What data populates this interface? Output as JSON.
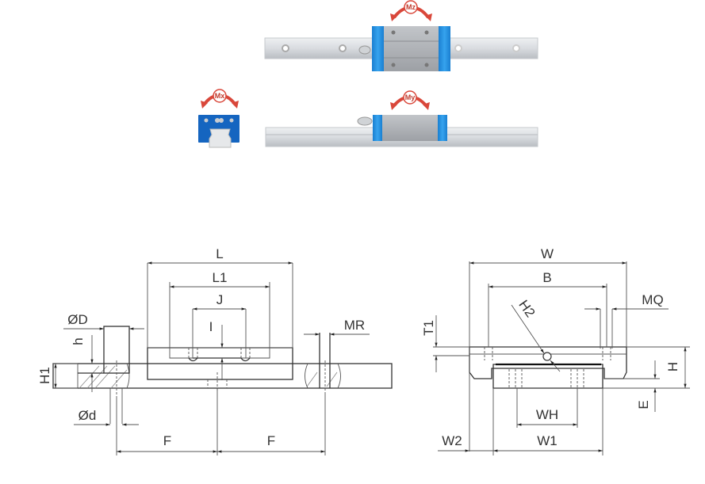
{
  "photos": {
    "top_view_moment": "Mz",
    "end_view_moment": "Mx",
    "side_view_moment": "My"
  },
  "side_drawing": {
    "labels": {
      "L": "L",
      "L1": "L1",
      "J": "J",
      "I": "I",
      "OD": "ØD",
      "h": "h",
      "H1": "H1",
      "Od": "Ød",
      "F_left": "F",
      "F_right": "F",
      "MR": "MR"
    }
  },
  "end_drawing": {
    "labels": {
      "W": "W",
      "B": "B",
      "MQ": "MQ",
      "H2": "H2",
      "T1": "T1",
      "H": "H",
      "E": "E",
      "WH": "WH",
      "W1": "W1",
      "W2": "W2"
    }
  },
  "colors": {
    "block_blue": "#1e88d8",
    "end_block_blue": "#1565c0",
    "block_grey": "#a9acb0",
    "rail_grey": "#dcdfe3",
    "arrow_red": "#d9473a",
    "line": "#333333"
  }
}
